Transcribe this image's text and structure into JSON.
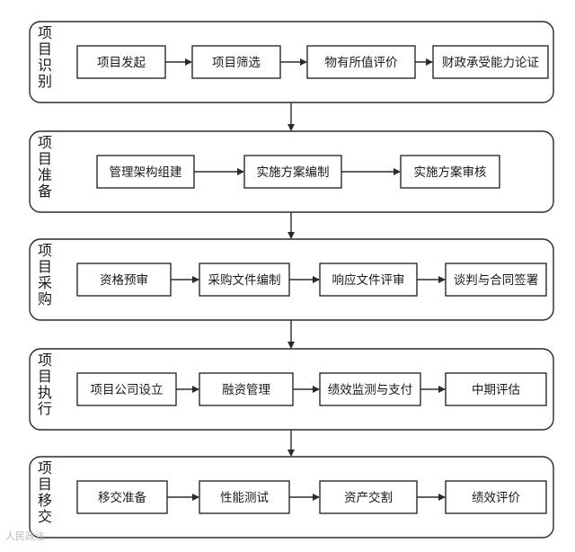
{
  "phases": [
    {
      "label": "项目识别",
      "steps": [
        "项目发起",
        "项目筛选",
        "物有所值评价",
        "财政承受能力论证"
      ]
    },
    {
      "label": "项目准备",
      "steps": [
        "管理架构组建",
        "实施方案编制",
        "实施方案审核"
      ]
    },
    {
      "label": "项目采购",
      "steps": [
        "资格预审",
        "采购文件编制",
        "响应文件评审",
        "谈判与合同签署"
      ]
    },
    {
      "label": "项目执行",
      "steps": [
        "项目公司设立",
        "融资管理",
        "绩效监测与支付",
        "中期评估"
      ]
    },
    {
      "label": "项目移交",
      "steps": [
        "移交准备",
        "性能测试",
        "资产交割",
        "绩效评价"
      ]
    }
  ],
  "watermark": "人民政法",
  "colors": {
    "stroke": "#2b2b2b",
    "fill": "#ffffff",
    "text": "#1a1a1a"
  }
}
